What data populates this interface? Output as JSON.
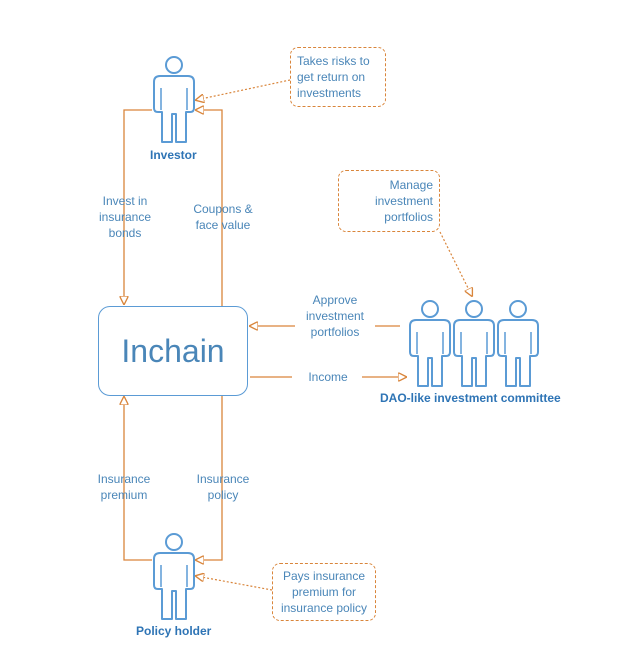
{
  "main_node": {
    "label": "Inchain"
  },
  "actors": {
    "investor": "Investor",
    "policy_holder": "Policy holder",
    "committee": "DAO-like investment committee"
  },
  "notes": {
    "investor": "Takes risks to get return on investments",
    "committee": "Manage investment portfolios",
    "policy_holder": "Pays insurance premium for insurance policy"
  },
  "flows": {
    "invest": "Invest in insurance bonds",
    "coupons": "Coupons & face value",
    "approve": "Approve investment portfolios",
    "income": "Income",
    "premium": "Insurance premium",
    "policy": "Insurance policy"
  },
  "colors": {
    "actor": "#5b9bd5",
    "arrow": "#d9853b",
    "text": "#4a86b8"
  }
}
